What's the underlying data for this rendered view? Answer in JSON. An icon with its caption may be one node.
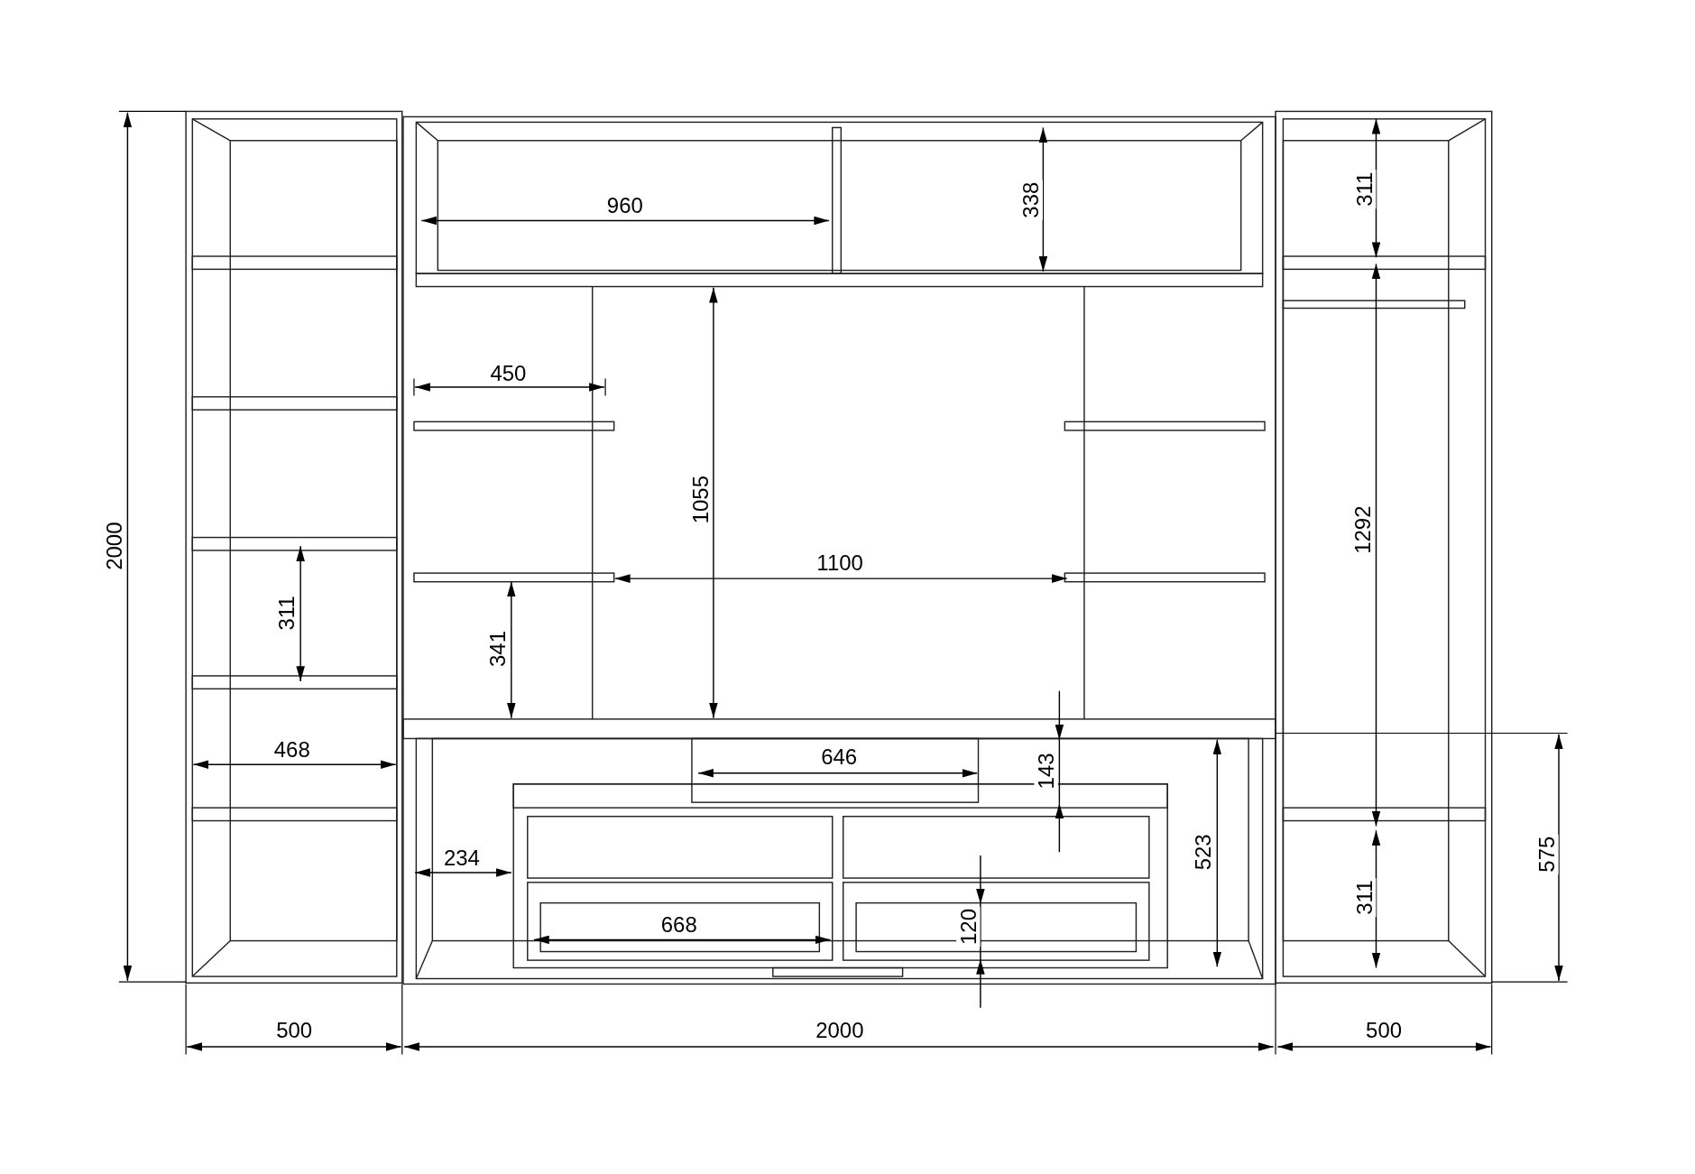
{
  "diagram": {
    "labels": [
      "338",
      "311",
      "960",
      "450",
      "1055",
      "2000",
      "1292",
      "1100",
      "311",
      "341",
      "468",
      "646",
      "143",
      "523",
      "575",
      "234",
      "311",
      "668",
      "120",
      "500",
      "2000",
      "500"
    ]
  }
}
